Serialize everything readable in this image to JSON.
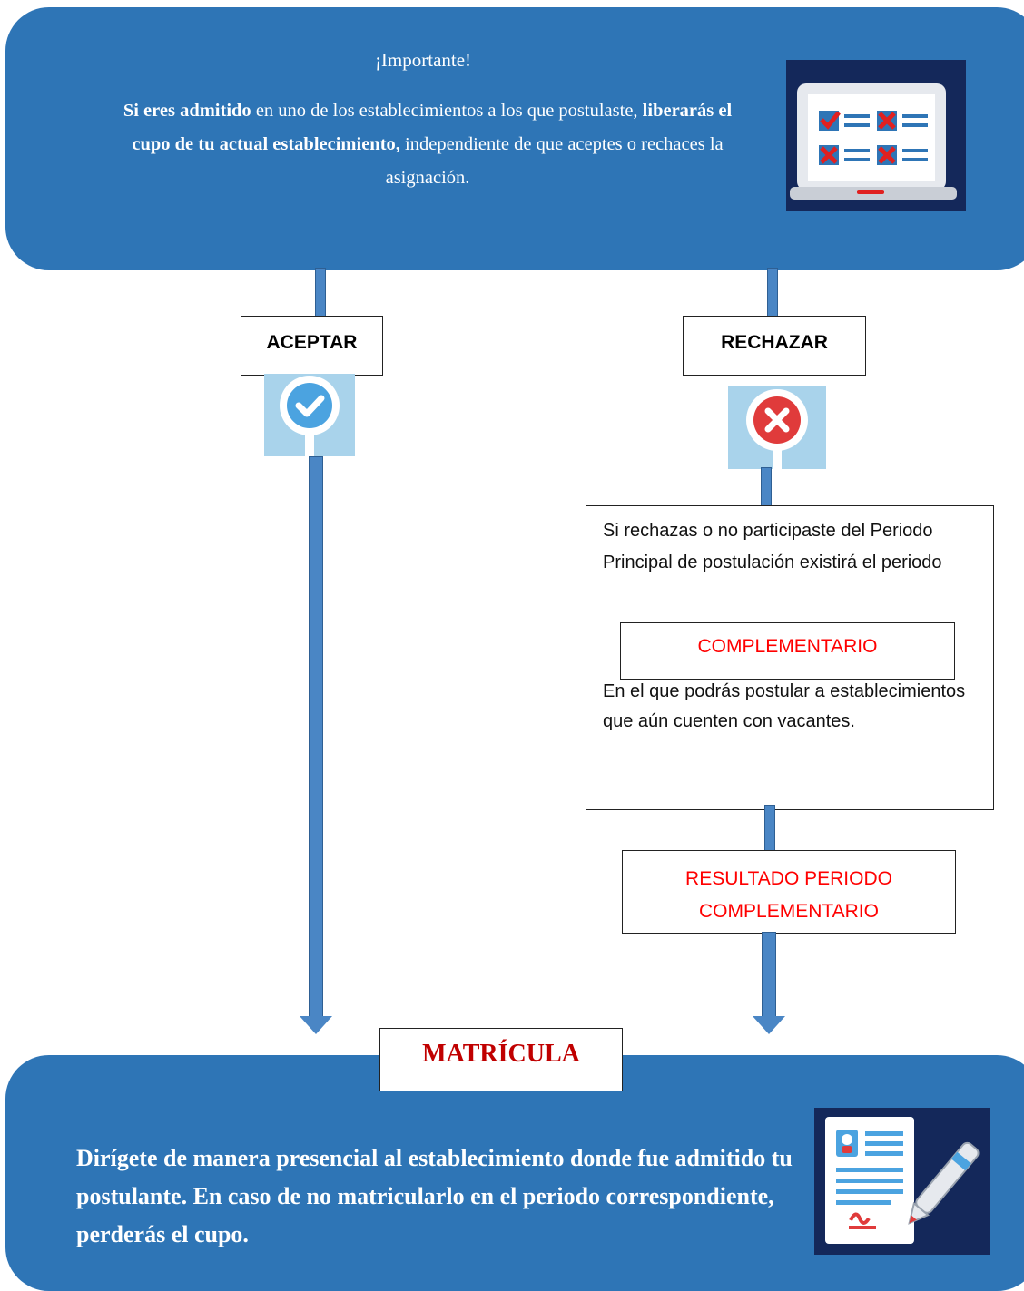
{
  "top_banner": {
    "title": "¡Importante!",
    "bold1": "Si eres admitido",
    "text1": " en uno de los establecimientos a los que postulaste, ",
    "bold2": "liberarás el cupo de tu actual establecimiento,",
    "text2": " independiente de que aceptes o rechaces la asignación.",
    "icon": "laptop-checklist-icon"
  },
  "aceptar": {
    "label": "ACEPTAR",
    "icon": "check-circle-icon"
  },
  "rechazar": {
    "label": "RECHAZAR",
    "icon": "x-circle-icon"
  },
  "info_box": {
    "text1": "Si rechazas  o no participaste del Periodo Principal de postulación existirá el periodo",
    "highlight": "COMPLEMENTARIO",
    "text2": "En el que podrás postular a establecimientos que aún cuenten con vacantes."
  },
  "resultado": {
    "line1": "RESULTADO PERIODO",
    "line2": "COMPLEMENTARIO"
  },
  "matricula": {
    "label": "MATRÍCULA",
    "text": "Dirígete de manera presencial al establecimiento donde fue admitido tu postulante. En caso de no matricularlo en el periodo correspondiente, perderás el cupo.",
    "icon": "signed-document-icon"
  },
  "colors": {
    "banner": "#2E75B6",
    "connector": "#4A86C5",
    "highlight_red": "#FF0000",
    "matricula_red": "#C00000",
    "icon_tile": "#A9D3EB",
    "dark_tile": "#14285A"
  }
}
